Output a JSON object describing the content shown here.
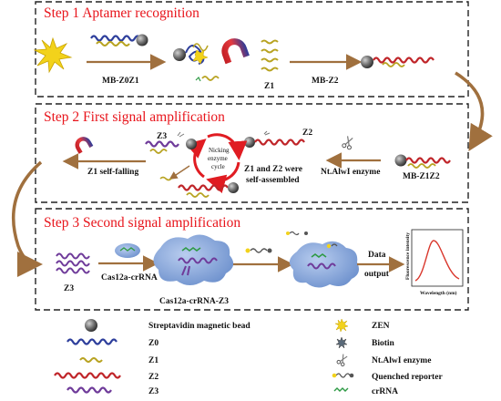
{
  "steps": {
    "step1_title": "Step 1 Aptamer recognition",
    "step2_title": "Step 2 First signal amplification",
    "step3_title": "Step 3 Second signal amplification"
  },
  "step1": {
    "mb_z0z1": "MB-Z0Z1",
    "z1": "Z1",
    "mb_z2": "MB-Z2"
  },
  "step2": {
    "z3": "Z3",
    "z2": "Z2",
    "z1_self_falling": "Z1 self-falling",
    "nicking_cycle_line1": "Nicking",
    "nicking_cycle_line2": "enzyme",
    "nicking_cycle_line3": "cycle",
    "z1z2_assembled_line1": "Z1 and Z2 were",
    "z1z2_assembled_line2": "self-assembled",
    "nt_alwi": "Nt.AlwI enzyme",
    "mb_z1z2": "MB-Z1Z2"
  },
  "step3": {
    "z3": "Z3",
    "cas12a_crrna": "Cas12a-crRNA",
    "cas12a_crrna_z3": "Cas12a-crRNA-Z3",
    "data_output_line1": "Data",
    "data_output_line2": "output",
    "y_axis": "Fluorescence intensity",
    "x_axis": "Wavelength (nm)"
  },
  "legend": {
    "left": [
      {
        "label": "Streptavidin magnetic bead",
        "icon": "bead-icon"
      },
      {
        "label": "Z0",
        "icon": "z0-strand-icon",
        "color": "#2e3f9c"
      },
      {
        "label": "Z1",
        "icon": "z1-strand-icon",
        "color": "#b8a321"
      },
      {
        "label": "Z2",
        "icon": "z2-strand-icon",
        "color": "#c0262a"
      },
      {
        "label": "Z3",
        "icon": "z3-strand-icon",
        "color": "#6f3b9a"
      }
    ],
    "right": [
      {
        "label": "ZEN",
        "icon": "zen-icon"
      },
      {
        "label": "Biotin",
        "icon": "biotin-icon"
      },
      {
        "label": "Nt.AlwI enzyme",
        "icon": "scissors-icon"
      },
      {
        "label": "Quenched reporter",
        "icon": "reporter-icon"
      },
      {
        "label": "crRNA",
        "icon": "crrna-icon"
      }
    ]
  },
  "colors": {
    "step_title": "#e8141b",
    "arrow": "#a0703e",
    "z0": "#2e3f9c",
    "z1": "#b8a321",
    "z2": "#c0262a",
    "z3": "#6f3b9a",
    "cas_blob": "#7fa3d9",
    "crrna": "#2e9a45"
  }
}
